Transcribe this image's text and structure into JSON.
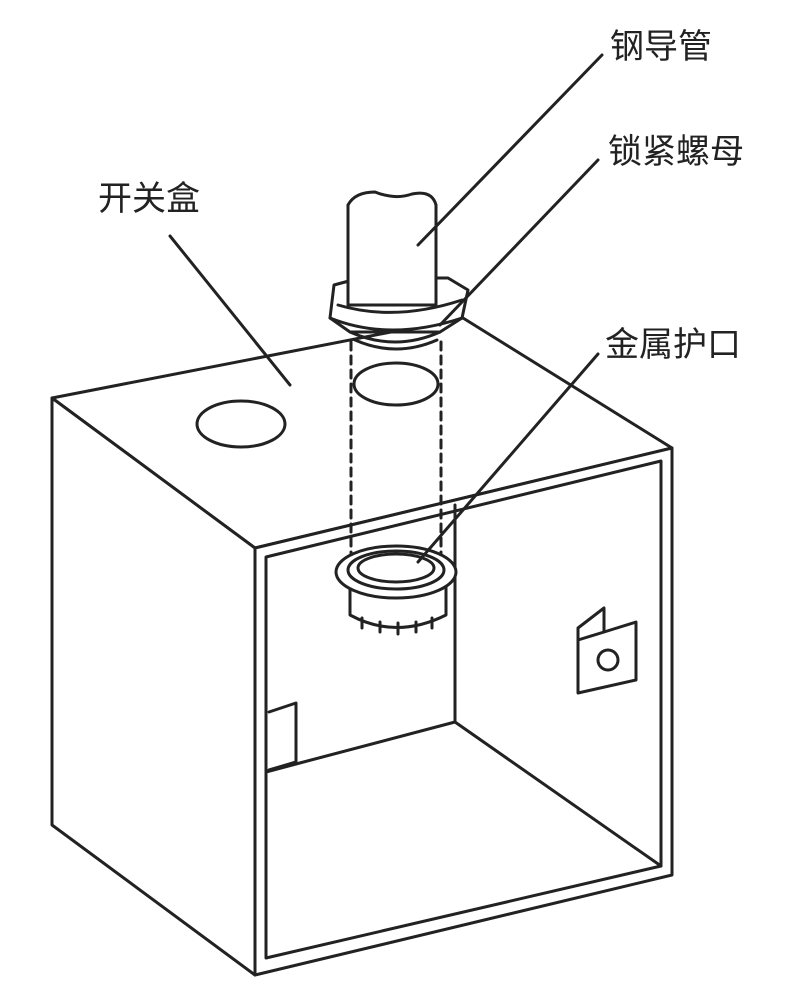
{
  "labels": {
    "steel_conduit": "钢导管",
    "lock_nut": "锁紧螺母",
    "switch_box": "开关盒",
    "metal_bushing": "金属护口"
  },
  "colors": {
    "line": "#222222",
    "background": "#ffffff"
  }
}
